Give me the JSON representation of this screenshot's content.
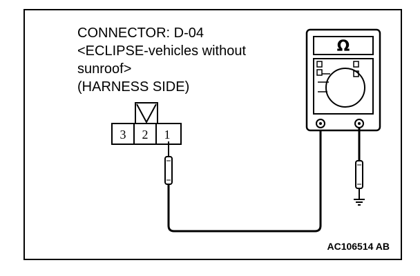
{
  "connector": {
    "line1": "CONNECTOR: D-04",
    "line2": "<ECLIPSE-vehicles without",
    "line3": "sunroof>",
    "line4": "(HARNESS SIDE)"
  },
  "pins": [
    "3",
    "2",
    "1"
  ],
  "meter": {
    "display_symbol": "Ω"
  },
  "footer": {
    "code": "AC106514 AB"
  }
}
